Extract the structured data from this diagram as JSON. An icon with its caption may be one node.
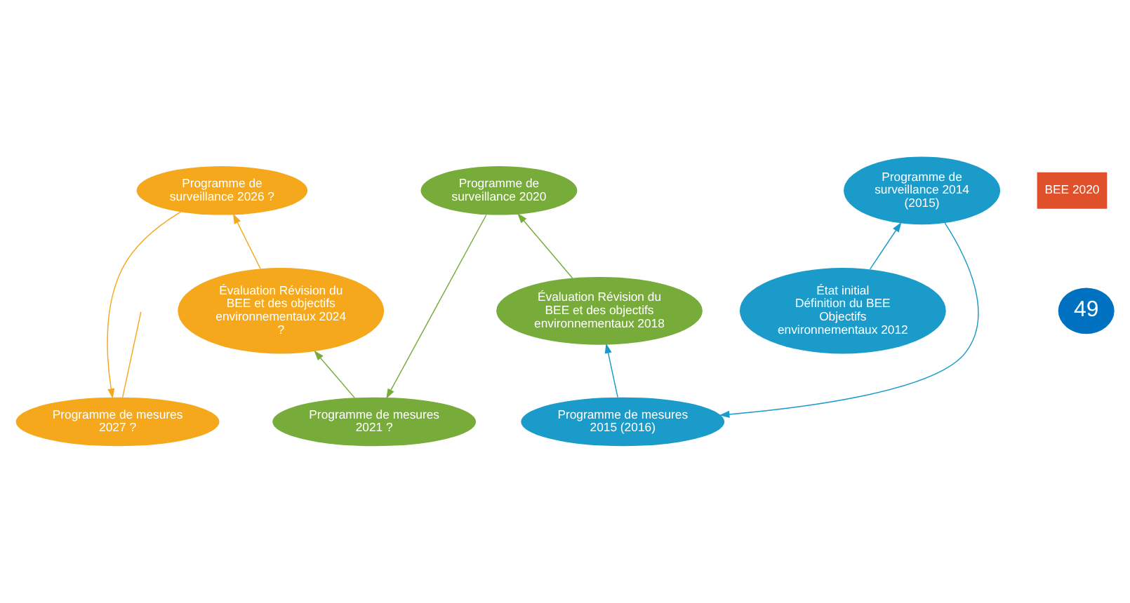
{
  "diagram": {
    "nodes": [
      {
        "text": [
          "Programme de mesures 2015 (2016)"
        ]
      },
      {
        "text": [
          "Programme de mesures 2021 ?"
        ]
      },
      {
        "text": [
          "Programme de mesures 2027 ?"
        ]
      },
      {
        "text": [
          "Programme de surveillance 2014 (2015)"
        ]
      },
      {
        "text": [
          "Programme de surveillance 2020"
        ]
      },
      {
        "text": [
          "BEE 2020"
        ]
      },
      {
        "text": [
          "Programme de surveillance 2026 ?"
        ]
      },
      {
        "text": [
          "49"
        ]
      },
      {
        "text": [
          "État initial Définition du BEE Objectifs environnementaux 2012"
        ]
      },
      {
        "text": [
          "Évaluation Révision du BEE et des objectifs environnementaux 2018"
        ]
      },
      {
        "text": [
          "Évaluation Révision du BEE et des objectifs environnementaux 2024 ?"
        ]
      }
    ],
    "edges": [
      {
        "from": 8,
        "to": 3,
        "arrow": "to",
        "color": "#1a9bc9"
      },
      {
        "from": 3,
        "to": 0,
        "arrow": "to",
        "color": "#1a9bc9"
      },
      {
        "from": 0,
        "to": 9,
        "arrow": "to",
        "color": "#1a9bc9"
      },
      {
        "from": 9,
        "to": 4,
        "arrow": "to",
        "color": "#77ac3a"
      },
      {
        "from": 4,
        "to": 1,
        "arrow": "to",
        "color": "#77ac3a"
      },
      {
        "from": 1,
        "to": 10,
        "arrow": "to",
        "color": "#77ac3a"
      },
      {
        "from": 10,
        "to": 6,
        "arrow": "to",
        "color": "#f5a81c"
      },
      {
        "from": 6,
        "to": 2,
        "arrow": "to",
        "color": "#f5a81c"
      },
      {
        "from": 2,
        "to": null,
        "arrow": "none",
        "color": "#f5a81c"
      }
    ]
  }
}
